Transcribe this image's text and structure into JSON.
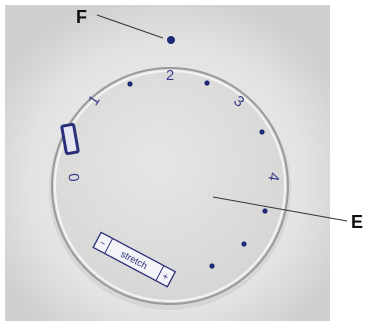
{
  "callouts": {
    "top": "F",
    "right": "E"
  },
  "dial": {
    "numbers": [
      "0",
      "1",
      "2",
      "3",
      "4"
    ],
    "stretch_minus": "−",
    "stretch_word": "stretch",
    "stretch_plus": "+"
  },
  "colors": {
    "panel": "#e2e2e2",
    "dial_face": "#dededd",
    "print": "#3a3f8a",
    "marker_dot": "#1e2a78"
  }
}
